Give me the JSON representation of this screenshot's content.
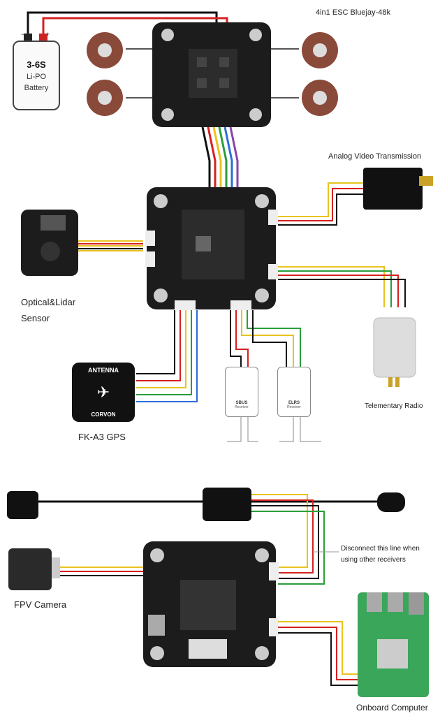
{
  "battery": {
    "voltage": "3-6S",
    "type_line1": "Li-PO",
    "type_line2": "Battery",
    "neg": "−",
    "pos": "+"
  },
  "labels": {
    "esc": "4in1 ESC Bluejay-48k",
    "vtx": "Analog Video Transmission",
    "optical": "Optical&Lidar",
    "optical2": "Sensor",
    "gps": "FK-A3 GPS",
    "telem": "Telementary Radio",
    "fpv": "FPV Camera",
    "disconnect1": "Disconnect this line when",
    "disconnect2": "using other receivers",
    "onboard": "Onboard Computer"
  },
  "gps_module": {
    "top": "ANTENNA",
    "bottom": "CORVON"
  },
  "receivers": [
    {
      "name": "SBUS",
      "sub": "Receiver"
    },
    {
      "name": "ELRS",
      "sub": "Receiver"
    }
  ],
  "colors": {
    "wire_red": "#d62020",
    "wire_black": "#111111",
    "wire_yellow": "#e8c420",
    "wire_green": "#2a9d3a",
    "wire_blue": "#2b6fd6",
    "board": "#1c1c1c"
  }
}
